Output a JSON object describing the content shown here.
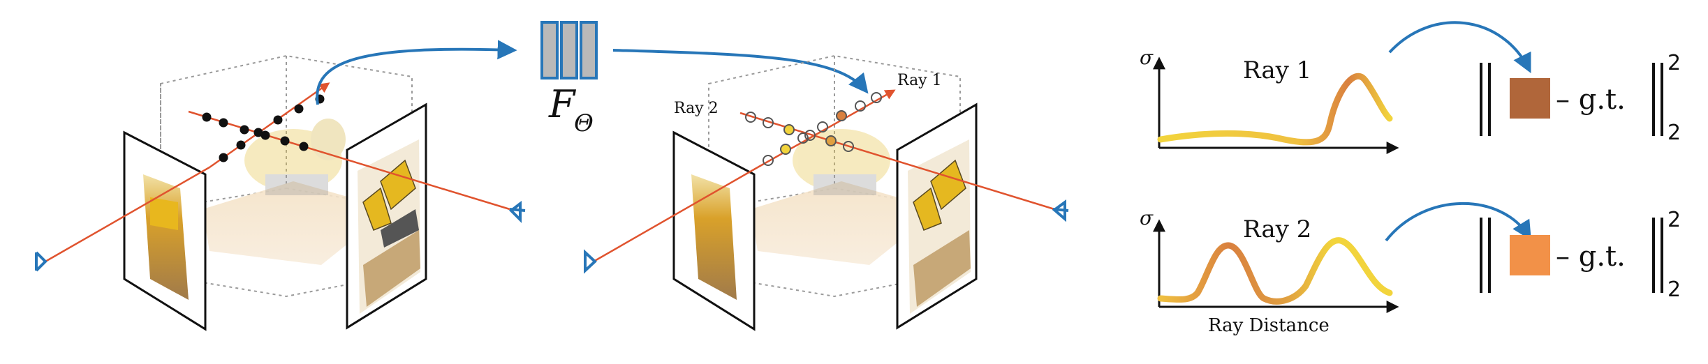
{
  "network": {
    "symbol": "F",
    "subscript": "Θ"
  },
  "middle_panel": {
    "ray1_label": "Ray 1",
    "ray2_label": "Ray 2"
  },
  "plots": {
    "sigma_symbol": "σ",
    "top_title": "Ray 1",
    "bottom_title": "Ray 2",
    "x_axis_label": "Ray Distance"
  },
  "loss": {
    "gt_label": "– g.t.",
    "power": "2",
    "sub": "2",
    "color_top": "#B0663A",
    "color_bottom": "#F29148"
  },
  "colors": {
    "ray_red": "#E0532E",
    "arrow_blue": "#2776B8",
    "network_fill": "#B9B9B9",
    "network_border": "#2776B8",
    "curve_yellow": "#F2D43C",
    "curve_orange": "#D9803F"
  }
}
